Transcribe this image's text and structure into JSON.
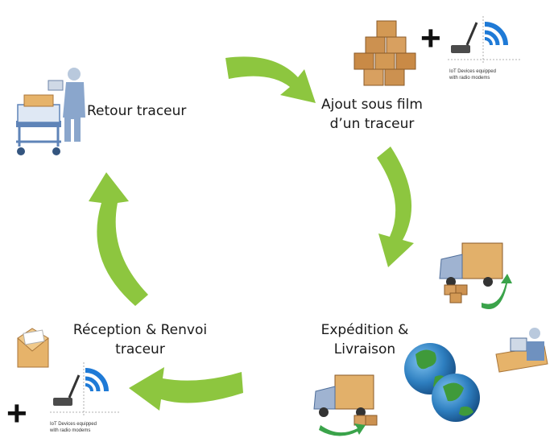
{
  "steps": {
    "retour": "Retour traceur",
    "ajout_line1": "Ajout sous film",
    "ajout_line2": "d’un traceur",
    "expedition_line1": "Expédition &",
    "expedition_line2": "Livraison",
    "reception_line1": "Réception & Renvoi",
    "reception_line2": "traceur"
  },
  "iot": {
    "caption_line1": "IoT Devices equipped",
    "caption_line2": "with radio modems",
    "plus": "+"
  },
  "colors": {
    "arrow": "#8dc63f",
    "box": "#c98a46",
    "truck": "#9fb3d1",
    "globe_sea": "#2e7fc0",
    "globe_land": "#3f9a3a",
    "signal": "#1f7ad6"
  }
}
